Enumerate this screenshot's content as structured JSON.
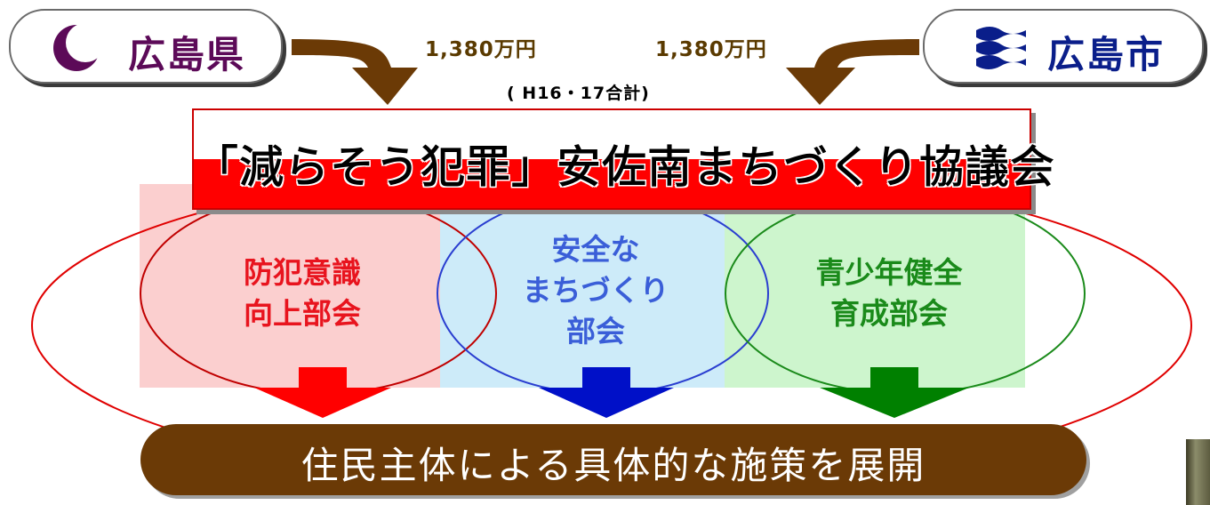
{
  "funders": {
    "prefecture": {
      "label": "広島県",
      "amount": "1,380万円"
    },
    "city": {
      "label": "広島市",
      "amount": "1,380万円"
    },
    "amount_note": "( H16・17合計)"
  },
  "council": {
    "title": "「減らそう犯罪」安佐南まちづくり協議会"
  },
  "committees": [
    {
      "lines": [
        "防犯意識",
        "向上部会"
      ],
      "color": "#e8141e"
    },
    {
      "lines": [
        "安全な",
        "まちづくり",
        "部会"
      ],
      "color": "#3a5ed8"
    },
    {
      "lines": [
        "青少年健全",
        "育成部会"
      ],
      "color": "#1a8a1a"
    }
  ],
  "outcome": {
    "label": "住民主体による具体的な施策を展開"
  },
  "colors": {
    "prefecture_logo": "#5c0a58",
    "city_logo": "#0a1e8a",
    "arrow_brown": "#6b3a06",
    "arrow_red": "#ff0000",
    "arrow_blue": "#0010c8",
    "arrow_green": "#008000"
  },
  "icons": {
    "prefecture_logo": "crescent-moon-emblem-icon",
    "city_logo": "wave-emblem-icon"
  }
}
